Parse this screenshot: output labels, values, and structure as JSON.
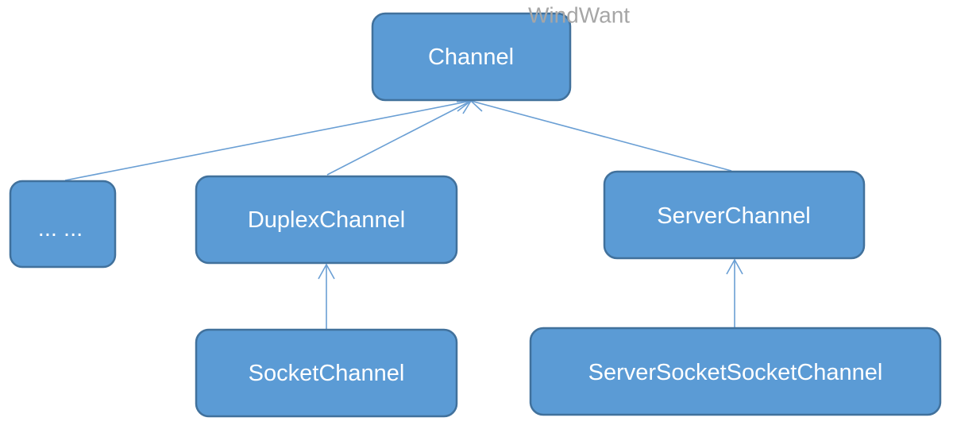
{
  "watermark": "WindWant",
  "nodes": {
    "channel": "Channel",
    "ellipsis": "... ...",
    "duplex_channel": "DuplexChannel",
    "server_channel": "ServerChannel",
    "socket_channel": "SocketChannel",
    "server_socket_socket_channel": "ServerSocketSocketChannel"
  },
  "edges": [
    {
      "from": "ellipsis",
      "to": "channel",
      "type": "inheritance"
    },
    {
      "from": "duplex_channel",
      "to": "channel",
      "type": "inheritance"
    },
    {
      "from": "server_channel",
      "to": "channel",
      "type": "inheritance"
    },
    {
      "from": "socket_channel",
      "to": "duplex_channel",
      "type": "inheritance"
    },
    {
      "from": "server_socket_socket_channel",
      "to": "server_channel",
      "type": "inheritance"
    }
  ],
  "colors": {
    "node_fill": "#5b9bd5",
    "node_border": "#41719c",
    "edge": "#6a9fd4",
    "node_text": "#ffffff",
    "watermark": "#a6a6a6"
  }
}
